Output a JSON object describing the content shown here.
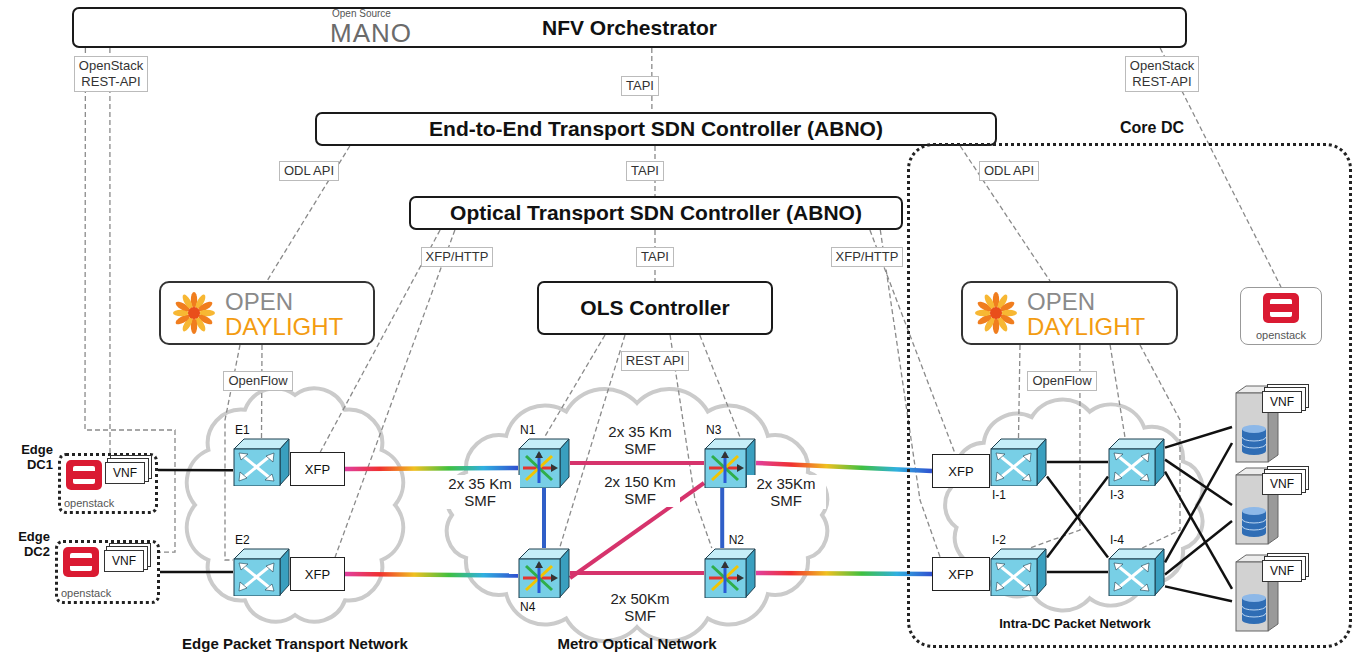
{
  "diagram": {
    "nodes": [
      {
        "text": [
          "NFV Orchestrator"
        ]
      },
      {
        "text": [
          "End-to-End Transport SDN Controller (ABNO)"
        ]
      },
      {
        "text": [
          "Optical Transport SDN Controller (ABNO)"
        ]
      },
      {
        "text": [
          "OLS Controller"
        ]
      },
      {
        "text": [
          "OPEN DAYLIGHT"
        ]
      },
      {
        "text": [
          "Core DC"
        ]
      },
      {
        "text": [
          "OPEN DAYLIGHT"
        ],
        "in": 5
      },
      {
        "text": [
          "openstack"
        ],
        "in": 5
      },
      {
        "text": [
          "Edge DC1",
          "openstack"
        ]
      },
      {
        "text": [
          "VNF"
        ],
        "in": 8
      },
      {
        "text": [
          "Edge DC2",
          "openstack"
        ]
      },
      {
        "text": [
          "VNF"
        ],
        "in": 10
      },
      {
        "text": [
          "E1"
        ]
      },
      {
        "text": [
          "XFP"
        ]
      },
      {
        "text": [
          "E2"
        ]
      },
      {
        "text": [
          "XFP"
        ]
      },
      {
        "text": [
          "N1"
        ]
      },
      {
        "text": [
          "N3"
        ]
      },
      {
        "text": [
          "N4"
        ]
      },
      {
        "text": [
          "N2"
        ]
      },
      {
        "text": [
          "XFP"
        ],
        "in": 5
      },
      {
        "text": [
          "I-1"
        ],
        "in": 5
      },
      {
        "text": [
          "XFP"
        ],
        "in": 5
      },
      {
        "text": [
          "I-2"
        ],
        "in": 5
      },
      {
        "text": [
          "I-3"
        ],
        "in": 5
      },
      {
        "text": [
          "I-4"
        ],
        "in": 5
      },
      {
        "text": [
          "VNF"
        ],
        "in": 5
      },
      {
        "text": [
          "VNF"
        ],
        "in": 5
      },
      {
        "text": [
          "VNF"
        ],
        "in": 5
      }
    ],
    "edges": [
      {
        "from": 0,
        "to": 8,
        "arrow": "none",
        "label": "OpenStack REST-API"
      },
      {
        "from": 0,
        "to": 10,
        "arrow": "none"
      },
      {
        "from": 0,
        "to": 1,
        "arrow": "none",
        "label": "TAPI"
      },
      {
        "from": 0,
        "to": 7,
        "arrow": "none",
        "label": "OpenStack REST-API"
      },
      {
        "from": 1,
        "to": 4,
        "arrow": "none",
        "label": "ODL API"
      },
      {
        "from": 1,
        "to": 2,
        "arrow": "none",
        "label": "TAPI"
      },
      {
        "from": 1,
        "to": 6,
        "arrow": "none",
        "label": "ODL API"
      },
      {
        "from": 2,
        "to": 3,
        "arrow": "none",
        "label": "TAPI"
      },
      {
        "from": 2,
        "to": 13,
        "arrow": "none",
        "label": "XFP/HTTP"
      },
      {
        "from": 2,
        "to": 15,
        "arrow": "none"
      },
      {
        "from": 2,
        "to": 20,
        "arrow": "none",
        "label": "XFP/HTTP"
      },
      {
        "from": 2,
        "to": 22,
        "arrow": "none"
      },
      {
        "from": 3,
        "to": 16,
        "arrow": "none",
        "label": "REST API"
      },
      {
        "from": 3,
        "to": 17,
        "arrow": "none"
      },
      {
        "from": 3,
        "to": 18,
        "arrow": "none"
      },
      {
        "from": 3,
        "to": 19,
        "arrow": "none"
      },
      {
        "from": 4,
        "to": 12,
        "arrow": "none",
        "label": "OpenFlow"
      },
      {
        "from": 4,
        "to": 14,
        "arrow": "none"
      },
      {
        "from": 6,
        "to": 21,
        "arrow": "none",
        "label": "OpenFlow"
      },
      {
        "from": 6,
        "to": 23,
        "arrow": "none"
      },
      {
        "from": 6,
        "to": 24,
        "arrow": "none"
      },
      {
        "from": 6,
        "to": 25,
        "arrow": "none"
      },
      {
        "from": 8,
        "to": 12,
        "arrow": "none"
      },
      {
        "from": 10,
        "to": 14,
        "arrow": "none"
      },
      {
        "from": 13,
        "to": 16,
        "arrow": "none"
      },
      {
        "from": 15,
        "to": 18,
        "arrow": "none"
      },
      {
        "from": 16,
        "to": 17,
        "arrow": "none",
        "label": "2x 35 Km SMF"
      },
      {
        "from": 16,
        "to": 18,
        "arrow": "none",
        "label": "2x 35 Km SMF"
      },
      {
        "from": 17,
        "to": 19,
        "arrow": "none",
        "label": "2x 35Km SMF"
      },
      {
        "from": 18,
        "to": 17,
        "arrow": "none",
        "label": "2x 150 Km SMF"
      },
      {
        "from": 18,
        "to": 19,
        "arrow": "none",
        "label": "2x 50Km SMF"
      },
      {
        "from": 17,
        "to": 20,
        "arrow": "none"
      },
      {
        "from": 19,
        "to": 22,
        "arrow": "none"
      },
      {
        "from": 21,
        "to": 24,
        "arrow": "none"
      },
      {
        "from": 21,
        "to": 25,
        "arrow": "none"
      },
      {
        "from": 23,
        "to": 24,
        "arrow": "none"
      },
      {
        "from": 23,
        "to": 25,
        "arrow": "none"
      },
      {
        "from": 24,
        "to": 26,
        "arrow": "none"
      },
      {
        "from": 24,
        "to": 27,
        "arrow": "none"
      },
      {
        "from": 24,
        "to": 28,
        "arrow": "none"
      },
      {
        "from": 25,
        "to": 26,
        "arrow": "none"
      },
      {
        "from": 25,
        "to": 27,
        "arrow": "none"
      },
      {
        "from": 25,
        "to": 28,
        "arrow": "none"
      }
    ],
    "labels": [
      "Open Source",
      "MANO",
      "Edge Packet Transport Network",
      "Metro Optical Network",
      "Intra-DC Packet Network"
    ]
  }
}
